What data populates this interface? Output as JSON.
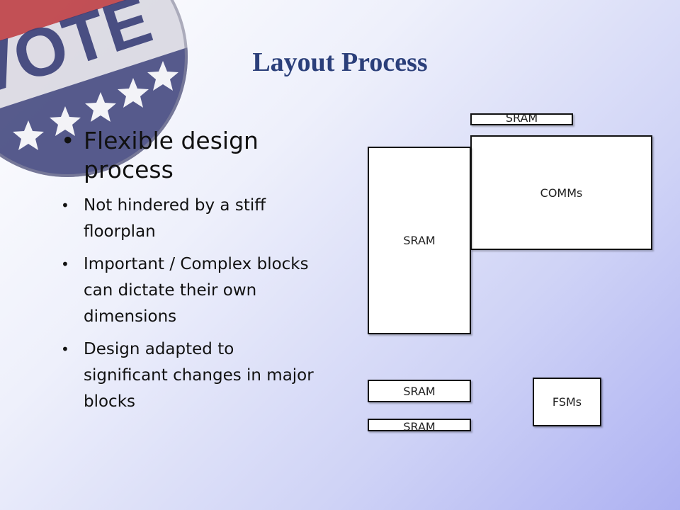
{
  "badge": {
    "text": "VOTE"
  },
  "title": "Layout Process",
  "bullets": {
    "main": "Flexible design process",
    "subs": [
      "Not hindered by a stiff floorplan",
      "Important / Complex blocks can dictate their own dimensions",
      "Design adapted to significant changes in major blocks"
    ]
  },
  "blocks": {
    "sram_top": "SRAM",
    "comms": "COMMs",
    "sram_large": "SRAM",
    "sram_bottom_1": "SRAM",
    "sram_bottom_2": "SRAM",
    "fsms": "FSMs"
  },
  "colors": {
    "title": "#2b3f7a",
    "badge_red": "#b83238",
    "badge_navy": "#3a3f78"
  }
}
